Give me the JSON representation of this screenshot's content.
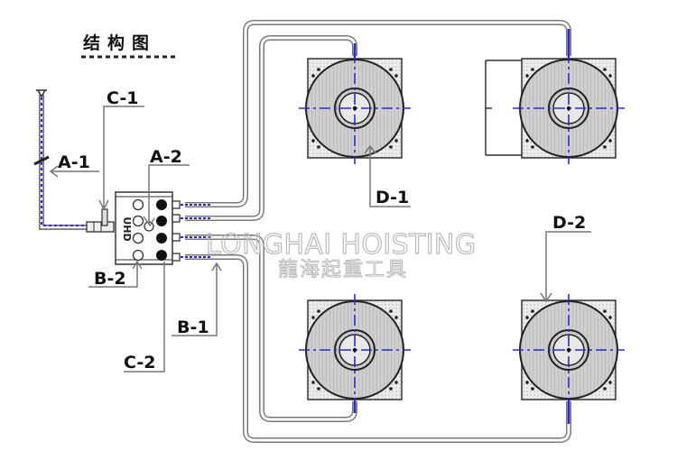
{
  "title": "结构图",
  "labels": {
    "a1": "A-1",
    "a2": "A-2",
    "b1": "B-1",
    "b2": "B-2",
    "c1": "C-1",
    "c2": "C-2",
    "d1": "D-1",
    "d2": "D-2"
  },
  "pump_text": "UHD",
  "watermark": {
    "en": "LONGHAI HOISTING",
    "cn": "龍海起重工具"
  },
  "colors": {
    "line": "#333333",
    "hose": "#888888",
    "centerline": "#2a2ad0",
    "jack_fill": "#c8c8c8",
    "corner_fill": "#e6e6e6"
  }
}
